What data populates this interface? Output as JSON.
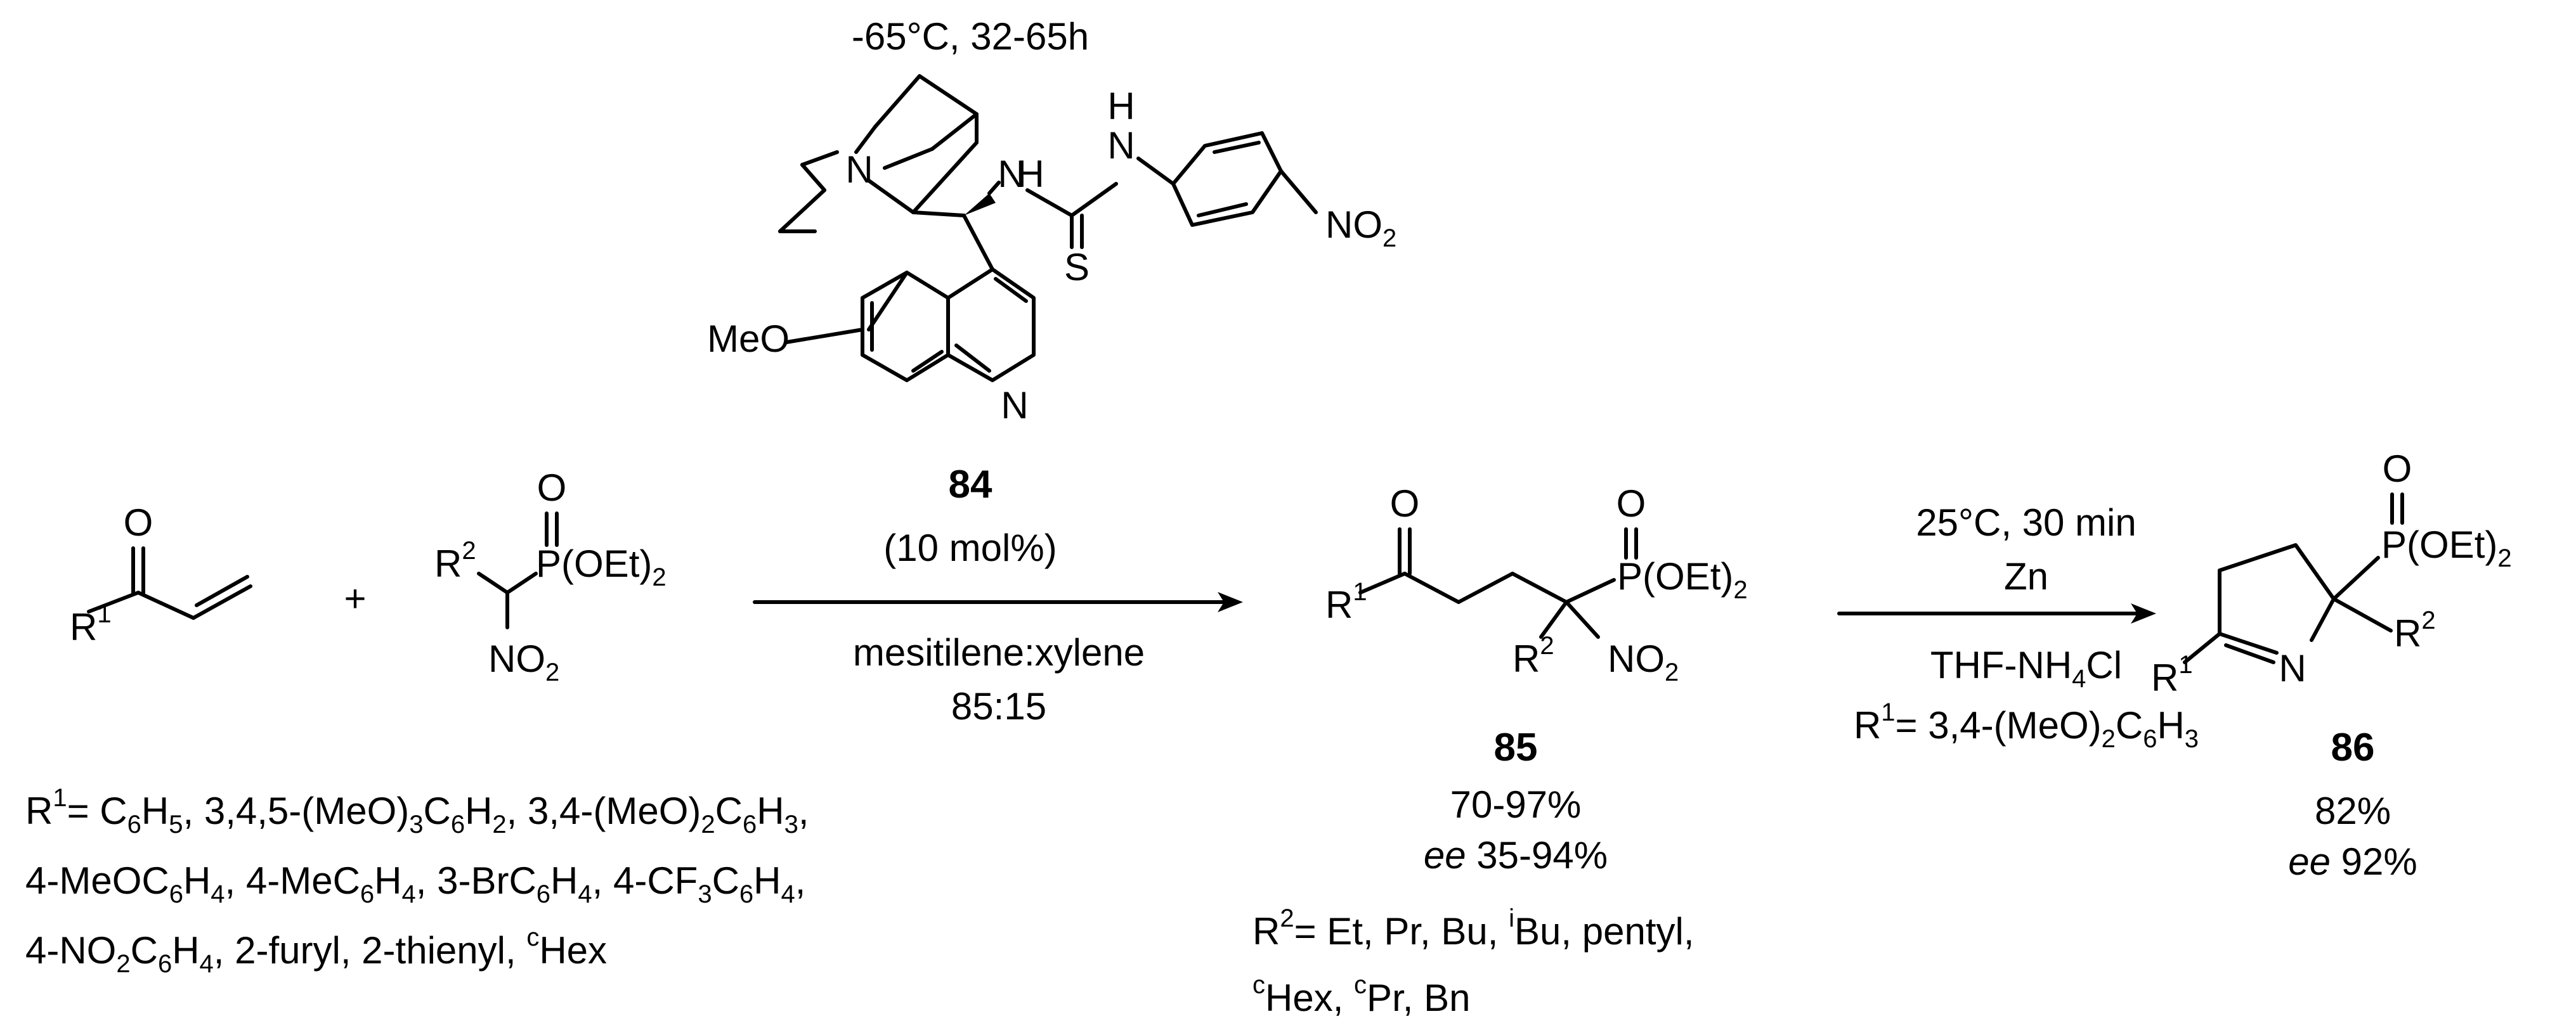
{
  "catalyst": {
    "conditions": "-65°C, 32-65h",
    "number": "84",
    "loading": "(10 mol%)",
    "atoms": {
      "n_quinuclidine": "N",
      "nh_left": "N",
      "h_left": "H",
      "nh_right": "N",
      "h_right": "H",
      "s": "S",
      "no2_no": "NO",
      "no2_sub": "2",
      "meo": "MeO",
      "o_link": "",
      "n_quinoline": "N"
    }
  },
  "step1": {
    "solvent": "mesitilene:xylene",
    "ratio": "85:15"
  },
  "step2": {
    "conditions": "25°C, 30 min",
    "reagent": "Zn",
    "solvent_a": "THF-NH",
    "solvent_sub": "4",
    "solvent_b": "Cl",
    "r1_a": "R",
    "r1_sup": "1",
    "r1_b": "= 3,4-(MeO)",
    "r1_sub1": "2",
    "r1_c": "C",
    "r1_sub2": "6",
    "r1_d": "H",
    "r1_sub3": "3"
  },
  "enone": {
    "o": "O",
    "r": "R",
    "r_sup": "1"
  },
  "plus": "+",
  "phosphonate": {
    "o": "O",
    "r": "R",
    "r_sup": "2",
    "p": "P(OEt)",
    "p_sub": "2",
    "no": "NO",
    "no_sub": "2"
  },
  "product85": {
    "number": "85",
    "yield": "70-97%",
    "ee_label": "ee",
    "ee_value": " 35-94%",
    "atoms": {
      "o_keto": "O",
      "r1": "R",
      "r1_sup": "1",
      "o_p": "O",
      "p": "P(OEt)",
      "p_sub": "2",
      "r2": "R",
      "r2_sup": "2",
      "no": "NO",
      "no_sub": "2"
    }
  },
  "product86": {
    "number": "86",
    "yield": "82%",
    "ee_label": "ee",
    "ee_value": " 92%",
    "atoms": {
      "o_p": "O",
      "p": "P(OEt)",
      "p_sub": "2",
      "r1": "R",
      "r1_sup": "1",
      "n": "N",
      "r2": "R",
      "r2_sup": "2"
    }
  },
  "r1_list": {
    "line1": {
      "a": "R",
      "sup": "1",
      "b": "=  C",
      "s1": "6",
      "c": "H",
      "s2": "5",
      "d": ", 3,4,5-(MeO)",
      "s3": "3",
      "e": "C",
      "s4": "6",
      "f": "H",
      "s5": "2",
      "g": ", 3,4-(MeO)",
      "s6": "2",
      "h": "C",
      "s7": "6",
      "i": "H",
      "s8": "3",
      "j": ","
    },
    "line2": {
      "a": "4-MeOC",
      "s1": "6",
      "b": "H",
      "s2": "4",
      "c": ", 4-MeC",
      "s3": "6",
      "d": "H",
      "s4": "4",
      "e": ", 3-BrC",
      "s5": "6",
      "f": "H",
      "s6": "4",
      "g": ", 4-CF",
      "s7": "3",
      "h": "C",
      "s8": "6",
      "i": "H",
      "s9": "4",
      "j": ","
    },
    "line3": {
      "a": "4-NO",
      "s1": "2",
      "b": "C",
      "s2": "6",
      "c": "H",
      "s3": "4",
      "d": ", 2-furyl, 2-thienyl, ",
      "sup": "c",
      "e": "Hex"
    }
  },
  "r2_list": {
    "line1": {
      "a": "R",
      "sup": "2",
      "b": "= Et, Pr, Bu, ",
      "sup2": "i",
      "c": "Bu, pentyl,"
    },
    "line2": {
      "sup1": "c",
      "a": "Hex, ",
      "sup2": "c",
      "b": "Pr, Bn"
    }
  }
}
